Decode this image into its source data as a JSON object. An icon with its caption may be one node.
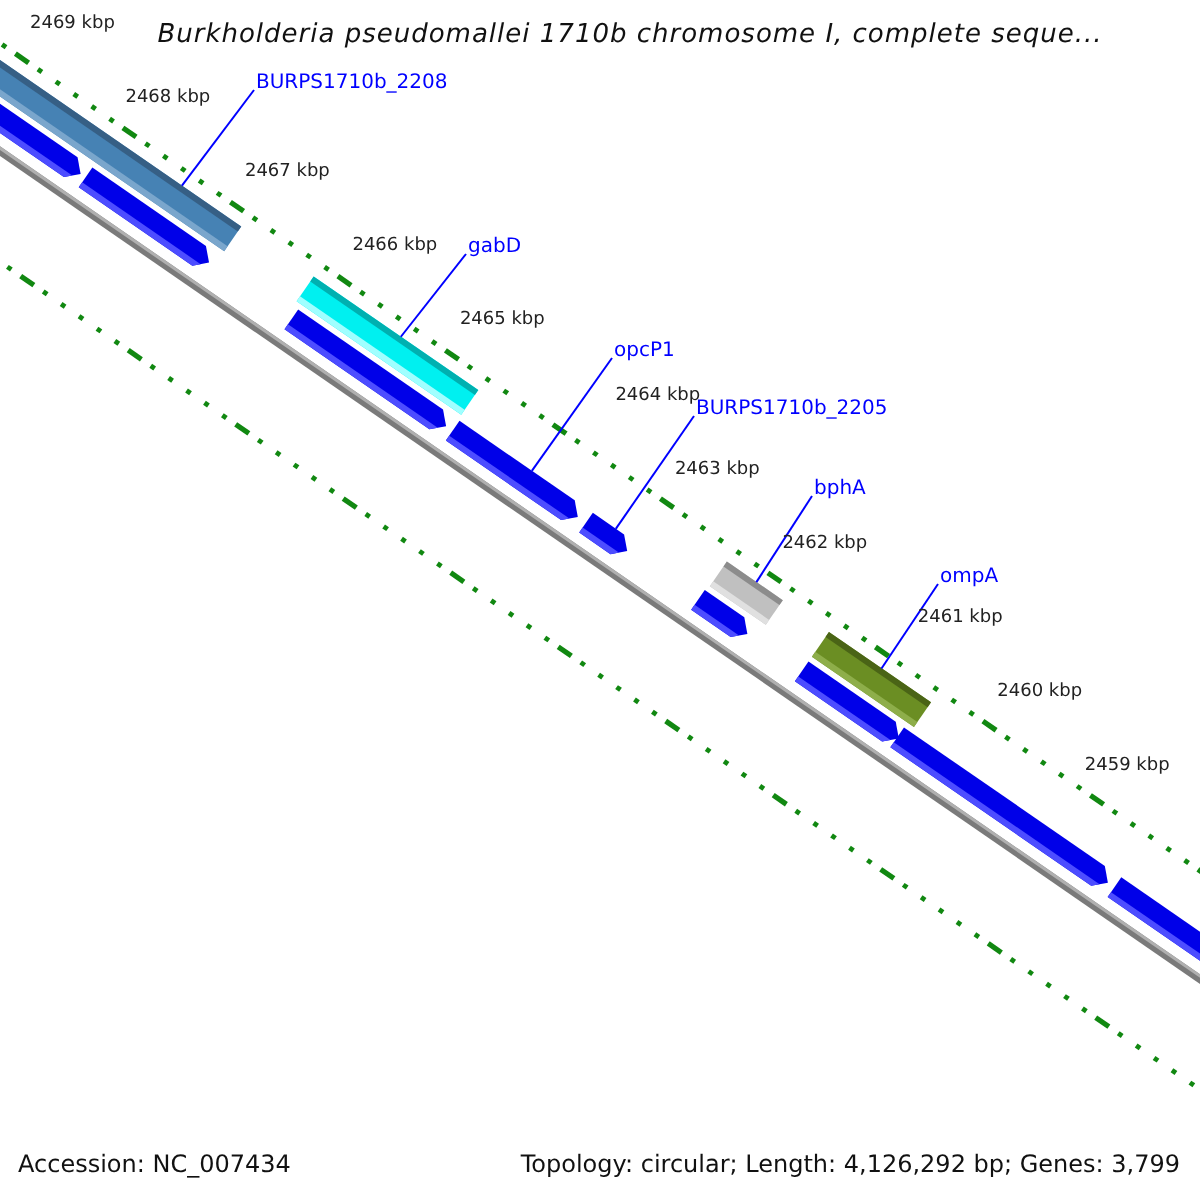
{
  "diagram": {
    "title": "Burkholderia pseudomallei 1710b chromosome I, complete seque...",
    "nodes": [
      {
        "text": [
          "BURPS1710b_2208"
        ]
      },
      {
        "text": [],
        "shape": "bar"
      },
      {
        "text": [
          "gabD"
        ]
      },
      {
        "text": [],
        "shape": "bar"
      },
      {
        "text": [
          "opcP1"
        ]
      },
      {
        "text": [],
        "shape": "bar"
      },
      {
        "text": [
          "BURPS1710b_2205"
        ]
      },
      {
        "text": [],
        "shape": "bar"
      },
      {
        "text": [
          "bphA"
        ]
      },
      {
        "text": [],
        "shape": "bar"
      },
      {
        "text": [
          "ompA"
        ]
      },
      {
        "text": [],
        "shape": "bar"
      }
    ],
    "edges": [
      {
        "from": 0,
        "to": 1,
        "arrow": "none"
      },
      {
        "from": 2,
        "to": 3,
        "arrow": "none"
      },
      {
        "from": 4,
        "to": 5,
        "arrow": "none"
      },
      {
        "from": 6,
        "to": 7,
        "arrow": "none"
      },
      {
        "from": 8,
        "to": 9,
        "arrow": "none"
      },
      {
        "from": 10,
        "to": 11,
        "arrow": "none"
      }
    ],
    "labels": [
      "2469 kbp",
      "2468 kbp",
      "2467 kbp",
      "2466 kbp",
      "2465 kbp",
      "2464 kbp",
      "2463 kbp",
      "2462 kbp",
      "2461 kbp",
      "2460 kbp",
      "2459 kbp",
      "Accession: NC_007434",
      "Topology: circular; Length: 4,126,292 bp; Genes: 3,799"
    ]
  }
}
